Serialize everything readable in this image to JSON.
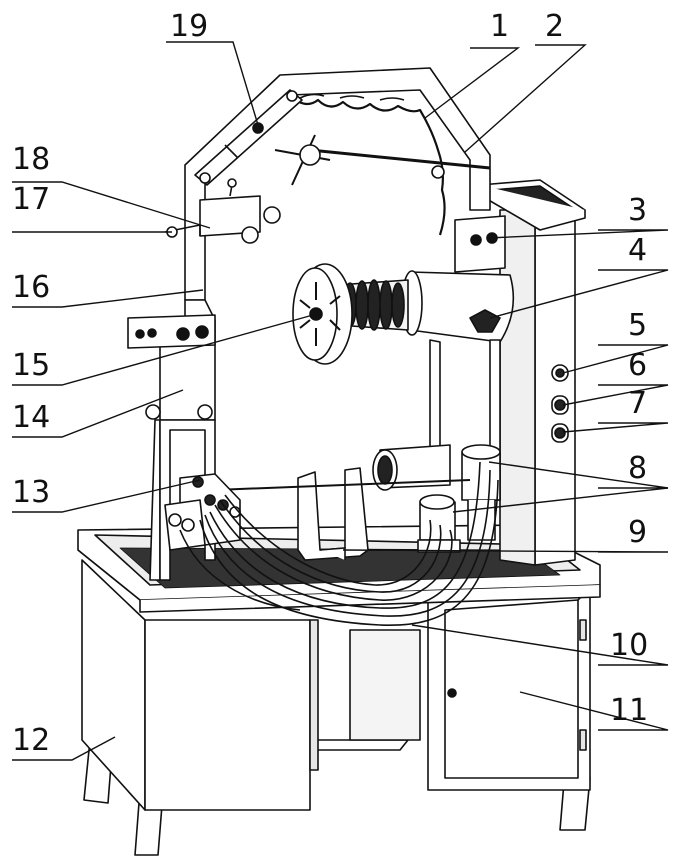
{
  "labels": {
    "l1": "1",
    "l2": "2",
    "l3": "3",
    "l4": "4",
    "l5": "5",
    "l6": "6",
    "l7": "7",
    "l8": "8",
    "l9": "9",
    "l10": "10",
    "l11": "11",
    "l12": "12",
    "l13": "13",
    "l14": "14",
    "l15": "15",
    "l16": "16",
    "l17": "17",
    "l18": "18",
    "l19": "19"
  },
  "colors": {
    "line": "#111111",
    "fill": "#ffffff",
    "shade": "#d9d9d9",
    "dark": "#222222"
  }
}
